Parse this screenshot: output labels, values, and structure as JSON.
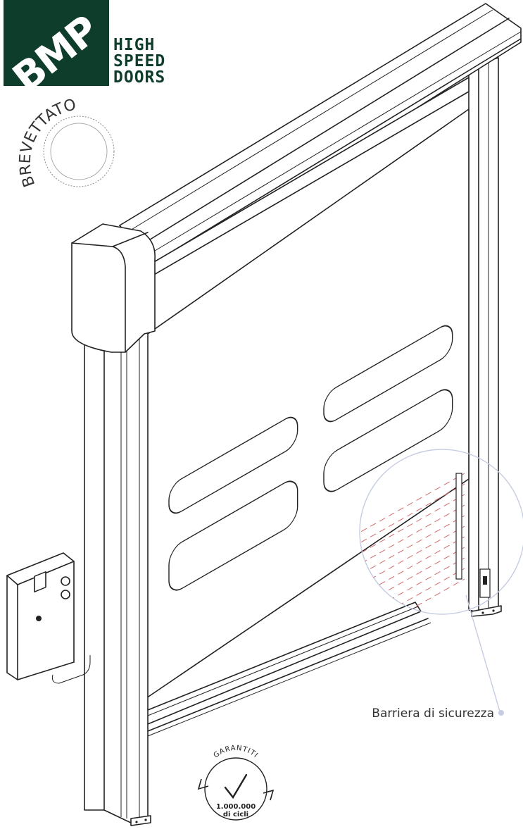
{
  "brand": {
    "logo_mark": "BMP",
    "line1": "HIGH",
    "line2": "SPEED",
    "line3": "DOORS",
    "color": "#0f3d2b"
  },
  "stamp": {
    "text": "BREVETTATO"
  },
  "callout": {
    "text": "Barriera di sicurezza",
    "color": "#c6cde2"
  },
  "badge": {
    "arc_text": "GARANTITI",
    "line1": "1.000.000",
    "line2": "di cicli",
    "icon": "checkmark-icon"
  },
  "safety_beam": {
    "color": "#d46a6a",
    "style": "dashed"
  }
}
